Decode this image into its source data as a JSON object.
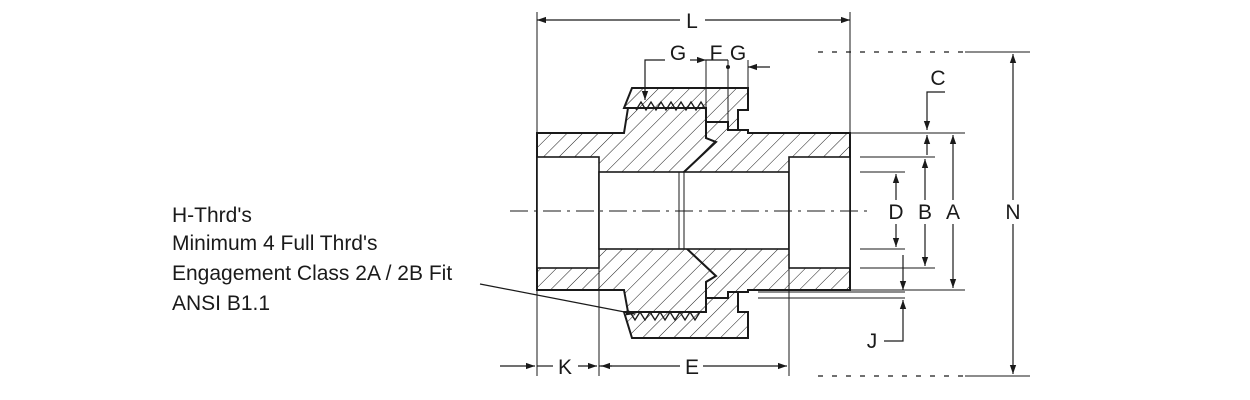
{
  "dimensions": {
    "L": "L",
    "G1": "G",
    "F": "F",
    "G2": "G",
    "C": "C",
    "D": "D",
    "B": "B",
    "A": "A",
    "N": "N",
    "J": "J",
    "K": "K",
    "E": "E"
  },
  "note": {
    "line1": "H-Thrd's",
    "line2": "Minimum 4 Full Thrd's",
    "line3": "Engagement Class 2A / 2B Fit",
    "line4": "ANSI B1.1"
  }
}
